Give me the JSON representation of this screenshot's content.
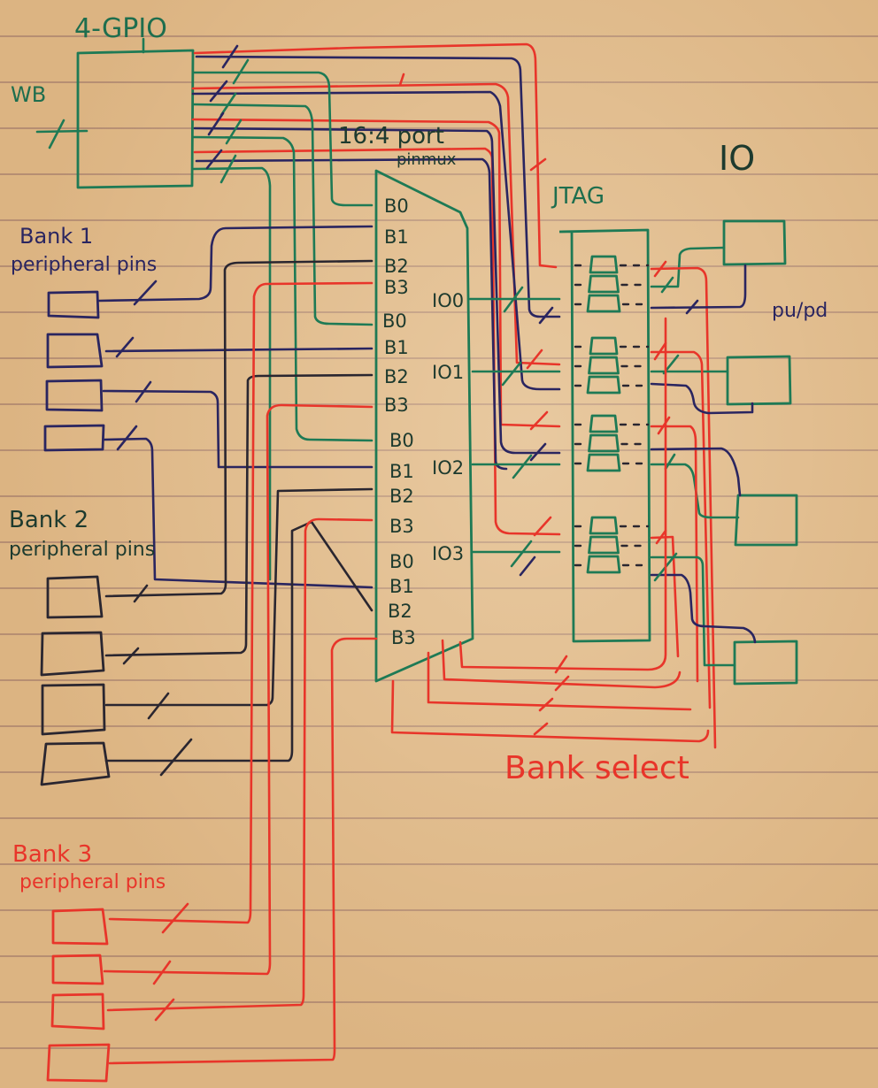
{
  "diagram": {
    "type": "hand-drawn block diagram on ruled notebook paper",
    "ink_colors": {
      "gpio": "#1e7a55",
      "bank1": "#2a2560",
      "bank2": "#2a2630",
      "bank3": "#e8352a",
      "paper": "#dcb482",
      "rule_lines": "#96706a"
    },
    "blocks": {
      "gpio": {
        "label": "4-GPIO",
        "bus_label": "WB"
      },
      "mux": {
        "label_line1": "16:4 port",
        "label_line2": "pinmux",
        "input_groups": [
          {
            "inputs": [
              "B0",
              "B1",
              "B2",
              "B3"
            ],
            "output": "IO0"
          },
          {
            "inputs": [
              "B0",
              "B1",
              "B2",
              "B3"
            ],
            "output": "IO1"
          },
          {
            "inputs": [
              "B0",
              "B1",
              "B2",
              "B3"
            ],
            "output": "IO2"
          },
          {
            "inputs": [
              "B0",
              "B1",
              "B2",
              "B3"
            ],
            "output": "IO3"
          }
        ]
      },
      "jtag": {
        "label": "JTAG",
        "cell_groups": 4,
        "cells_per_group": 3
      },
      "io": {
        "label": "IO",
        "pads": 4,
        "note": "pu/pd"
      }
    },
    "banks": [
      {
        "label_line1": "Bank 1",
        "label_line2": "peripheral pins",
        "pins": 4
      },
      {
        "label_line1": "Bank 2",
        "label_line2": "peripheral pins",
        "pins": 4
      },
      {
        "label_line1": "Bank 3",
        "label_line2": "peripheral pins",
        "pins": 4
      }
    ],
    "bank_select_label": "Bank select"
  }
}
